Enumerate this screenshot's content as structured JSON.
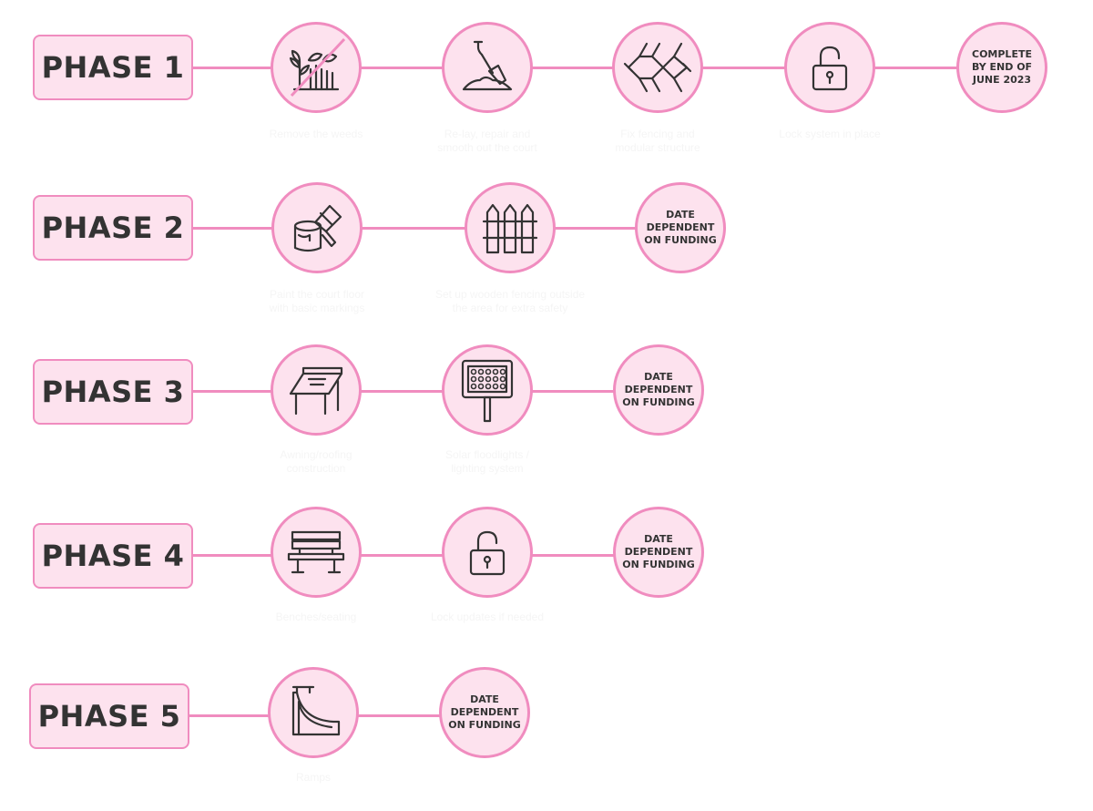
{
  "colors": {
    "accent": "#f08cbf",
    "fill": "#fde2ee",
    "text": "#333333",
    "caption": "#f5f5f5"
  },
  "phases": [
    {
      "label": "PHASE 1",
      "steps": [
        {
          "icon": "weeds-removal-icon",
          "caption": "Remove the weeds"
        },
        {
          "icon": "shovel-icon",
          "caption": "Re-lay, repair and\nsmooth out the court"
        },
        {
          "icon": "chain-link-fence-icon",
          "caption": "Fix fencing and\nmodular structure"
        },
        {
          "icon": "open-padlock-icon",
          "caption": "Lock system in place"
        }
      ],
      "end": "COMPLETE\nBY END OF\nJUNE 2023"
    },
    {
      "label": "PHASE 2",
      "steps": [
        {
          "icon": "paint-can-brush-icon",
          "caption": "Paint the court floor\nwith basic markings"
        },
        {
          "icon": "wooden-fence-icon",
          "caption": "Set up wooden fencing outside\nthe area for extra safety"
        }
      ],
      "end": "DATE\nDEPENDENT\nON FUNDING"
    },
    {
      "label": "PHASE 3",
      "steps": [
        {
          "icon": "awning-roof-icon",
          "caption": "Awning/roofing\nconstruction"
        },
        {
          "icon": "solar-floodlight-icon",
          "caption": "Solar floodlights /\nlighting system"
        }
      ],
      "end": "DATE\nDEPENDENT\nON FUNDING"
    },
    {
      "label": "PHASE 4",
      "steps": [
        {
          "icon": "bench-icon",
          "caption": "Benches/seating"
        },
        {
          "icon": "padlock-icon",
          "caption": "Lock updates if needed"
        }
      ],
      "end": "DATE\nDEPENDENT\nON FUNDING"
    },
    {
      "label": "PHASE 5",
      "steps": [
        {
          "icon": "skate-ramp-icon",
          "caption": "Ramps"
        }
      ],
      "end": "DATE\nDEPENDENT\nON FUNDING"
    }
  ]
}
